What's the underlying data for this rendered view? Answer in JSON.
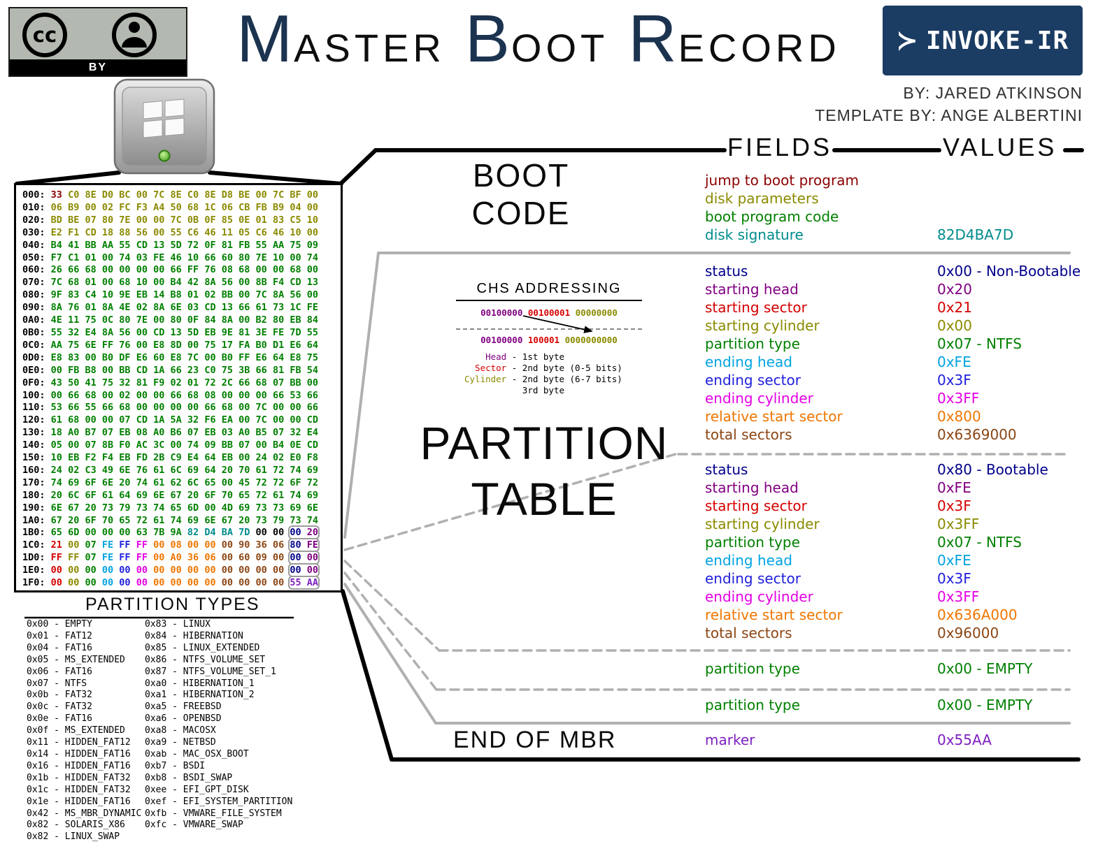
{
  "palette": {
    "d": "#8B0000",
    "o": "#8A8A00",
    "g": "#008000",
    "t": "#008B8B",
    "k": "#000000",
    "n": "#00008B",
    "p": "#800080",
    "R": "#D40000",
    "c": "#00A3E0",
    "b": "#2020DD",
    "m": "#E400E4",
    "O": "#EE7600",
    "w": "#8B4513",
    "v": "#7D20C0"
  },
  "header": {
    "license_label": "BY",
    "title": [
      {
        "big": "M",
        "rest": "ASTER"
      },
      {
        "big": "B",
        "rest": "OOT"
      },
      {
        "big": "R",
        "rest": "ECORD"
      }
    ],
    "logo_prompt": "≻",
    "logo_text": "INVOKE-IR",
    "byline": "BY: JARED ATKINSON",
    "template_byline": "TEMPLATE BY: ANGE ALBERTINI"
  },
  "columns": {
    "fields_label": "FIELDS",
    "values_label": "VALUES"
  },
  "big_labels": {
    "boot1": "BOOT",
    "boot2": "CODE",
    "pt1": "PARTITION",
    "pt2": "TABLE",
    "end": "END OF MBR"
  },
  "sections": {
    "boot_code": {
      "fields": [
        {
          "label": "jump to boot program",
          "color": "d",
          "value": ""
        },
        {
          "label": "disk parameters",
          "color": "o",
          "value": ""
        },
        {
          "label": "boot program code",
          "color": "g",
          "value": ""
        },
        {
          "label": "disk signature",
          "color": "t",
          "value": "82D4BA7D"
        }
      ]
    },
    "partition1": {
      "fields": [
        {
          "label": "status",
          "color": "n",
          "value": "0x00 - Non-Bootable"
        },
        {
          "label": "starting head",
          "color": "p",
          "value": "0x20"
        },
        {
          "label": "starting sector",
          "color": "R",
          "value": "0x21"
        },
        {
          "label": "starting cylinder",
          "color": "o",
          "value": "0x00"
        },
        {
          "label": "partition type",
          "color": "g",
          "value": "0x07 - NTFS"
        },
        {
          "label": "ending head",
          "color": "c",
          "value": "0xFE"
        },
        {
          "label": "ending sector",
          "color": "b",
          "value": "0x3F"
        },
        {
          "label": "ending cylinder",
          "color": "m",
          "value": "0x3FF"
        },
        {
          "label": "relative start sector",
          "color": "O",
          "value": "0x800"
        },
        {
          "label": "total sectors",
          "color": "w",
          "value": "0x6369000"
        }
      ]
    },
    "partition2": {
      "fields": [
        {
          "label": "status",
          "color": "n",
          "value": "0x80 - Bootable"
        },
        {
          "label": "starting head",
          "color": "p",
          "value": "0xFE"
        },
        {
          "label": "starting sector",
          "color": "R",
          "value": "0x3F"
        },
        {
          "label": "starting cylinder",
          "color": "o",
          "value": "0x3FF"
        },
        {
          "label": "partition type",
          "color": "g",
          "value": "0x07 - NTFS"
        },
        {
          "label": "ending head",
          "color": "c",
          "value": "0xFE"
        },
        {
          "label": "ending sector",
          "color": "b",
          "value": "0x3F"
        },
        {
          "label": "ending cylinder",
          "color": "m",
          "value": "0x3FF"
        },
        {
          "label": "relative start sector",
          "color": "O",
          "value": "0x636A000"
        },
        {
          "label": "total sectors",
          "color": "w",
          "value": "0x96000"
        }
      ]
    },
    "partition3": {
      "fields": [
        {
          "label": "partition type",
          "color": "g",
          "value": "0x00 - EMPTY"
        }
      ]
    },
    "partition4": {
      "fields": [
        {
          "label": "partition type",
          "color": "g",
          "value": "0x00 - EMPTY"
        }
      ]
    },
    "end_of_mbr": {
      "fields": [
        {
          "label": "marker",
          "color": "v",
          "value": "0x55AA"
        }
      ]
    }
  },
  "chs": {
    "title": "CHS ADDRESSING",
    "row1": [
      {
        "text": "00100000",
        "color": "p"
      },
      {
        "text": "00100001",
        "color": "R"
      },
      {
        "text": "00000000",
        "color": "o"
      }
    ],
    "row2": [
      {
        "text": "00100000",
        "color": "p"
      },
      {
        "text": "100001",
        "color": "R"
      },
      {
        "text": "0000000000",
        "color": "o"
      }
    ],
    "legend": [
      {
        "term": "Head",
        "color": "p",
        "rest": "- 1st byte"
      },
      {
        "term": "Sector",
        "color": "R",
        "rest": "- 2nd byte (0-5 bits)"
      },
      {
        "term": "Cylinder",
        "color": "o",
        "rest": "- 2nd byte (6-7 bits)"
      },
      {
        "term": "",
        "color": "k",
        "rest": "  3rd byte"
      }
    ]
  },
  "hexdump": {
    "rows": [
      {
        "o": "000",
        "b": "33 C0 8E D0 BC 00 7C 8E C0 8E D8 BE 00 7C BF 00",
        "c": "dooooooooooooooo"
      },
      {
        "o": "010",
        "b": "06 B9 00 02 FC F3 A4 50 68 1C 06 CB FB B9 04 00",
        "c": "oooooooooooooooo"
      },
      {
        "o": "020",
        "b": "BD BE 07 80 7E 00 00 7C 0B 0F 85 0E 01 83 C5 10",
        "c": "oooooooooooooooo"
      },
      {
        "o": "030",
        "b": "E2 F1 CD 18 88 56 00 55 C6 46 11 05 C6 46 10 00",
        "c": "oooooooooooooooo"
      },
      {
        "o": "040",
        "b": "B4 41 BB AA 55 CD 13 5D 72 0F 81 FB 55 AA 75 09",
        "c": "gggggggggggggggg"
      },
      {
        "o": "050",
        "b": "F7 C1 01 00 74 03 FE 46 10 66 60 80 7E 10 00 74",
        "c": "gggggggggggggggg"
      },
      {
        "o": "060",
        "b": "26 66 68 00 00 00 00 66 FF 76 08 68 00 00 68 00",
        "c": "gggggggggggggggg"
      },
      {
        "o": "070",
        "b": "7C 68 01 00 68 10 00 B4 42 8A 56 00 8B F4 CD 13",
        "c": "gggggggggggggggg"
      },
      {
        "o": "080",
        "b": "9F 83 C4 10 9E EB 14 B8 01 02 BB 00 7C 8A 56 00",
        "c": "gggggggggggggggg"
      },
      {
        "o": "090",
        "b": "8A 76 01 8A 4E 02 8A 6E 03 CD 13 66 61 73 1C FE",
        "c": "gggggggggggggggg"
      },
      {
        "o": "0A0",
        "b": "4E 11 75 0C 80 7E 00 80 0F 84 8A 00 B2 80 EB 84",
        "c": "gggggggggggggggg"
      },
      {
        "o": "0B0",
        "b": "55 32 E4 8A 56 00 CD 13 5D EB 9E 81 3E FE 7D 55",
        "c": "gggggggggggggggg"
      },
      {
        "o": "0C0",
        "b": "AA 75 6E FF 76 00 E8 8D 00 75 17 FA B0 D1 E6 64",
        "c": "gggggggggggggggg"
      },
      {
        "o": "0D0",
        "b": "E8 83 00 B0 DF E6 60 E8 7C 00 B0 FF E6 64 E8 75",
        "c": "gggggggggggggggg"
      },
      {
        "o": "0E0",
        "b": "00 FB B8 00 BB CD 1A 66 23 C0 75 3B 66 81 FB 54",
        "c": "gggggggggggggggg"
      },
      {
        "o": "0F0",
        "b": "43 50 41 75 32 81 F9 02 01 72 2C 66 68 07 BB 00",
        "c": "gggggggggggggggg"
      },
      {
        "o": "100",
        "b": "00 66 68 00 02 00 00 66 68 08 00 00 00 66 53 66",
        "c": "gggggggggggggggg"
      },
      {
        "o": "110",
        "b": "53 66 55 66 68 00 00 00 00 66 68 00 7C 00 00 66",
        "c": "gggggggggggggggg"
      },
      {
        "o": "120",
        "b": "61 68 00 00 07 CD 1A 5A 32 F6 EA 00 7C 00 00 CD",
        "c": "gggggggggggggggg"
      },
      {
        "o": "130",
        "b": "18 A0 B7 07 EB 08 A0 B6 07 EB 03 A0 B5 07 32 E4",
        "c": "gggggggggggggggg"
      },
      {
        "o": "140",
        "b": "05 00 07 8B F0 AC 3C 00 74 09 BB 07 00 B4 0E CD",
        "c": "gggggggggggggggg"
      },
      {
        "o": "150",
        "b": "10 EB F2 F4 EB FD 2B C9 E4 64 EB 00 24 02 E0 F8",
        "c": "gggggggggggggggg"
      },
      {
        "o": "160",
        "b": "24 02 C3 49 6E 76 61 6C 69 64 20 70 61 72 74 69",
        "c": "gggggggggggggggg"
      },
      {
        "o": "170",
        "b": "74 69 6F 6E 20 74 61 62 6C 65 00 45 72 72 6F 72",
        "c": "gggggggggggggggg"
      },
      {
        "o": "180",
        "b": "20 6C 6F 61 64 69 6E 67 20 6F 70 65 72 61 74 69",
        "c": "gggggggggggggggg"
      },
      {
        "o": "190",
        "b": "6E 67 20 73 79 73 74 65 6D 00 4D 69 73 73 69 6E",
        "c": "gggggggggggggggg"
      },
      {
        "o": "1A0",
        "b": "67 20 6F 70 65 72 61 74 69 6E 67 20 73 79 73 74",
        "c": "gggggggggggggggg"
      },
      {
        "o": "1B0",
        "b": "65 6D 00 00 00 63 7B 9A 82 D4 BA 7D 00 00 00 20",
        "c": "ggggggggttttkknp"
      },
      {
        "o": "1C0",
        "b": "21 00 07 FE FF FF 00 08 00 00 00 90 36 06 80 FE",
        "c": "RogcbmOOOOwwwwnp"
      },
      {
        "o": "1D0",
        "b": "FF FF 07 FE FF FF 00 A0 36 06 00 60 09 00 00 00",
        "c": "RogcbmOOOOwwwwnp"
      },
      {
        "o": "1E0",
        "b": "00 00 00 00 00 00 00 00 00 00 00 00 00 00 00 00",
        "c": "RogcbmOOOOwwwwnp"
      },
      {
        "o": "1F0",
        "b": "00 00 00 00 00 00 00 00 00 00 00 00 00 00 55 AA",
        "c": "RogcbmOOOOwwwwvv"
      }
    ]
  },
  "partition_types": {
    "title": "PARTITION TYPES",
    "col1": [
      "0x00 - EMPTY",
      "0x01 - FAT12",
      "0x04 - FAT16",
      "0x05 - MS_EXTENDED",
      "0x06 - FAT16",
      "0x07 - NTFS",
      "0x0b - FAT32",
      "0x0c - FAT32",
      "0x0e - FAT16",
      "0x0f - MS_EXTENDED",
      "0x11 - HIDDEN_FAT12",
      "0x14 - HIDDEN_FAT16",
      "0x16 - HIDDEN_FAT16",
      "0x1b - HIDDEN_FAT32",
      "0x1c - HIDDEN_FAT32",
      "0x1e - HIDDEN_FAT16",
      "0x42 - MS_MBR_DYNAMIC",
      "0x82 - SOLARIS_X86",
      "0x82 - LINUX_SWAP"
    ],
    "col2": [
      "0x83 - LINUX",
      "0x84 - HIBERNATION",
      "0x85 - LINUX_EXTENDED",
      "0x86 - NTFS_VOLUME_SET",
      "0x87 - NTFS_VOLUME_SET_1",
      "0xa0 - HIBERNATION_1",
      "0xa1 - HIBERNATION_2",
      "0xa5 - FREEBSD",
      "0xa6 - OPENBSD",
      "0xa8 - MACOSX",
      "0xa9 - NETBSD",
      "0xab - MAC_OSX_BOOT",
      "0xb7 - BSDI",
      "0xb8 - BSDI_SWAP",
      "0xee - EFI_GPT_DISK",
      "0xef - EFI_SYSTEM_PARTITION",
      "0xfb - VMWARE_FILE_SYSTEM",
      "0xfc - VMWARE_SWAP"
    ]
  }
}
